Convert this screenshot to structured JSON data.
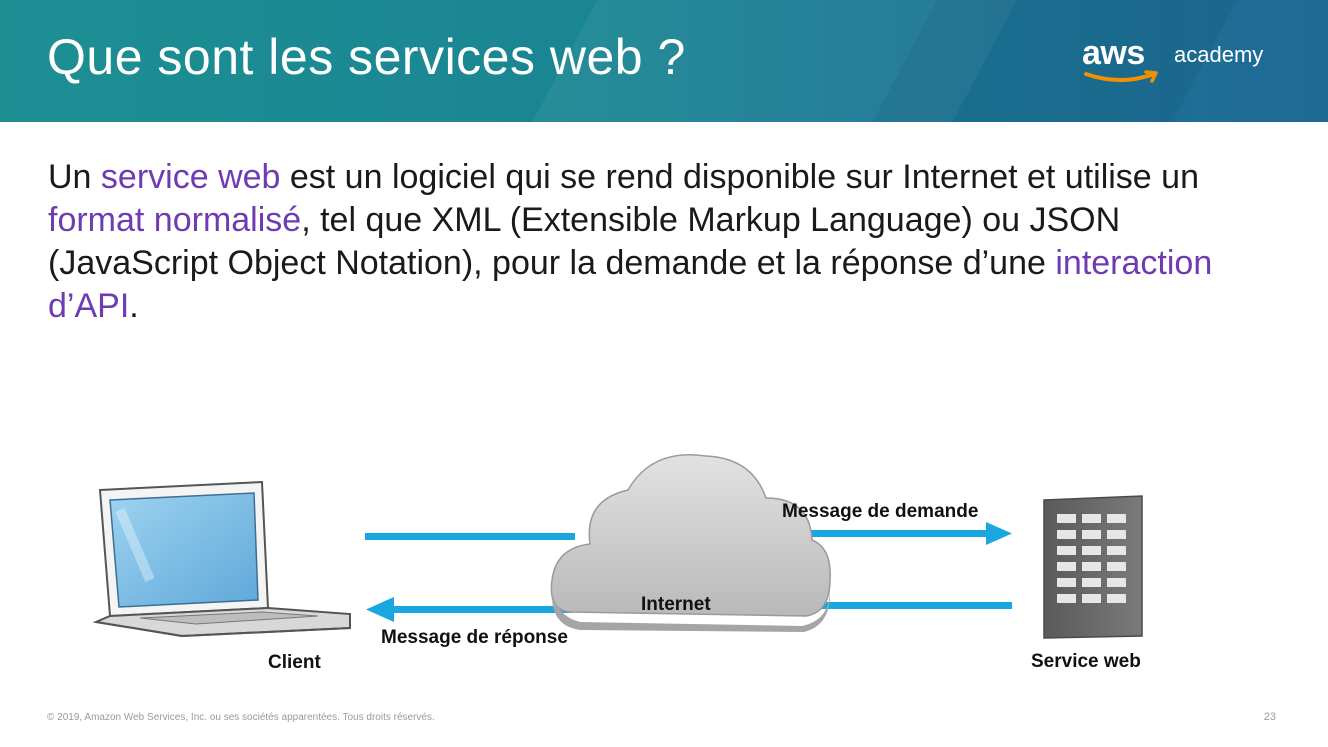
{
  "slide": {
    "title": "Que sont les services web ?",
    "logo": {
      "brand": "aws",
      "sub": "academy"
    },
    "paragraph": [
      {
        "text": "Un ",
        "highlight": false
      },
      {
        "text": "service web",
        "highlight": true
      },
      {
        "text": " est un logiciel qui se rend disponible sur Internet et utilise un ",
        "highlight": false
      },
      {
        "text": "format normalisé",
        "highlight": true
      },
      {
        "text": ", tel que XML (Extensible Markup Language) ou JSON (JavaScript Object Notation), pour la demande et la réponse d’une ",
        "highlight": false
      },
      {
        "text": "interaction d’API",
        "highlight": true
      },
      {
        "text": ".",
        "highlight": false
      }
    ],
    "diagram": {
      "client_label": "Client",
      "internet_label": "Internet",
      "service_label": "Service web",
      "request_label": "Message de demande",
      "response_label": "Message de réponse"
    },
    "footer": "© 2019, Amazon Web Services, Inc. ou ses sociétés apparentées. Tous droits réservés.",
    "page_number": "23"
  },
  "colors": {
    "header_teal": "#1d8f93",
    "header_blue": "#1f6a95",
    "highlight_purple": "#6f3bb2",
    "arrow_blue": "#1aa7e0",
    "aws_orange": "#f29100"
  }
}
